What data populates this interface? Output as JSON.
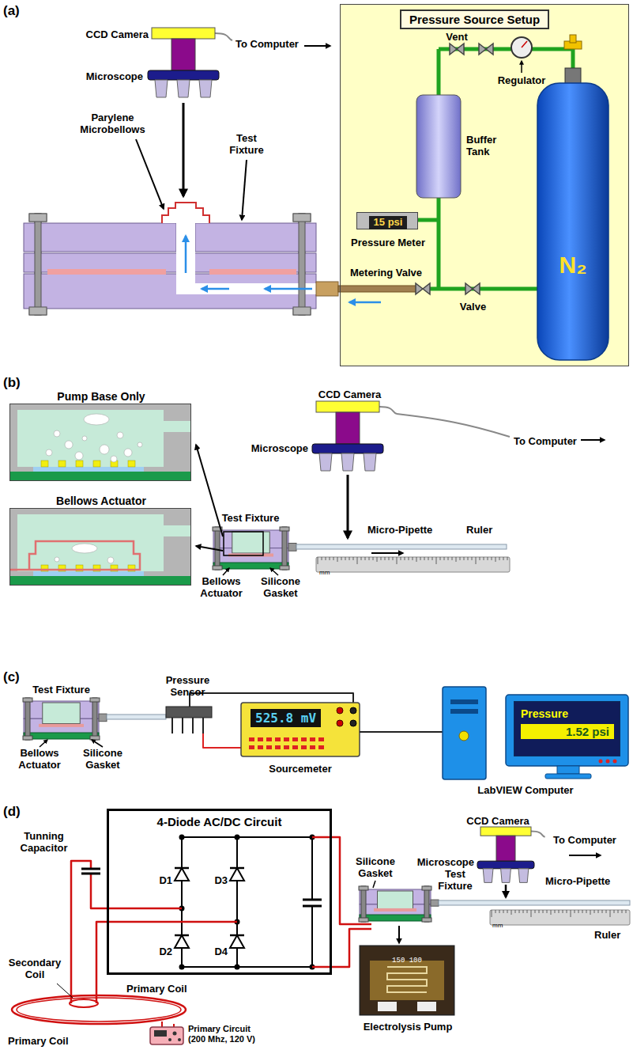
{
  "diagram": {
    "nodes": [
      {
        "text": [
          "Pressure Source Setup"
        ]
      },
      {
        "text": [
          "15 psi",
          "Pressure Meter"
        ],
        "in": 0
      },
      {
        "text": [
          "Pump Base Only"
        ]
      },
      {
        "text": [
          "Bellows Actuator"
        ]
      },
      {
        "text": [
          "525.8 mV",
          "Sourcemeter"
        ]
      },
      {
        "text": [
          "Pressure",
          "1.52 psi"
        ]
      },
      {
        "text": [
          "4-Diode AC/DC Circuit"
        ]
      },
      {
        "text": [
          "Primary Circuit (200 Mhz, 120 V)"
        ]
      },
      {
        "text": [
          "150 100",
          "Electrolysis Pump"
        ]
      }
    ],
    "labels": [
      "(a)",
      "CCD Camera",
      "Microscope",
      "To Computer",
      "Parylene Microbellows",
      "Test Fixture",
      "Vent",
      "Regulator",
      "Buffer Tank",
      "Metering Valve",
      "Valve",
      "N₂",
      "(b)",
      "CCD Camera",
      "Microscope",
      "To Computer",
      "Test Fixture",
      "Micro-Pipette",
      "Ruler",
      "mm",
      "Bellows Actuator",
      "Silicone Gasket",
      "(c)",
      "Test Fixture",
      "Pressure Sensor",
      "Bellows Actuator",
      "Silicone Gasket",
      "LabVIEW Computer",
      "(d)",
      "Tunning Capacitor",
      "D1",
      "D3",
      "D2",
      "D4",
      "CCD Camera",
      "To Computer",
      "Microscope",
      "Silicone Gasket",
      "Test Fixture",
      "Micro-Pipette",
      "Ruler",
      "mm",
      "Secondary Coil",
      "Primary Coil",
      "Primary Coil"
    ]
  }
}
